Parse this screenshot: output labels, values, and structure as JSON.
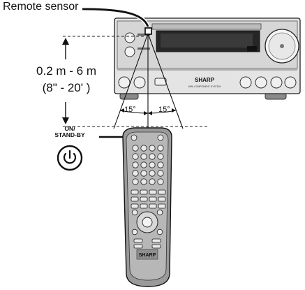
{
  "labels": {
    "remote_sensor": "Remote sensor",
    "distance_metric": "0.2 m - 6 m",
    "distance_imperial": "(8\" - 20' )",
    "on_standby_line1": "ON/",
    "on_standby_line2": "STAND-BY",
    "angle_left": "15°",
    "angle_right": "15°"
  },
  "device": {
    "brand": "SHARP",
    "model_line": "MINI COMPONENT SYSTEM"
  },
  "remote": {
    "brand": "SHARP"
  }
}
